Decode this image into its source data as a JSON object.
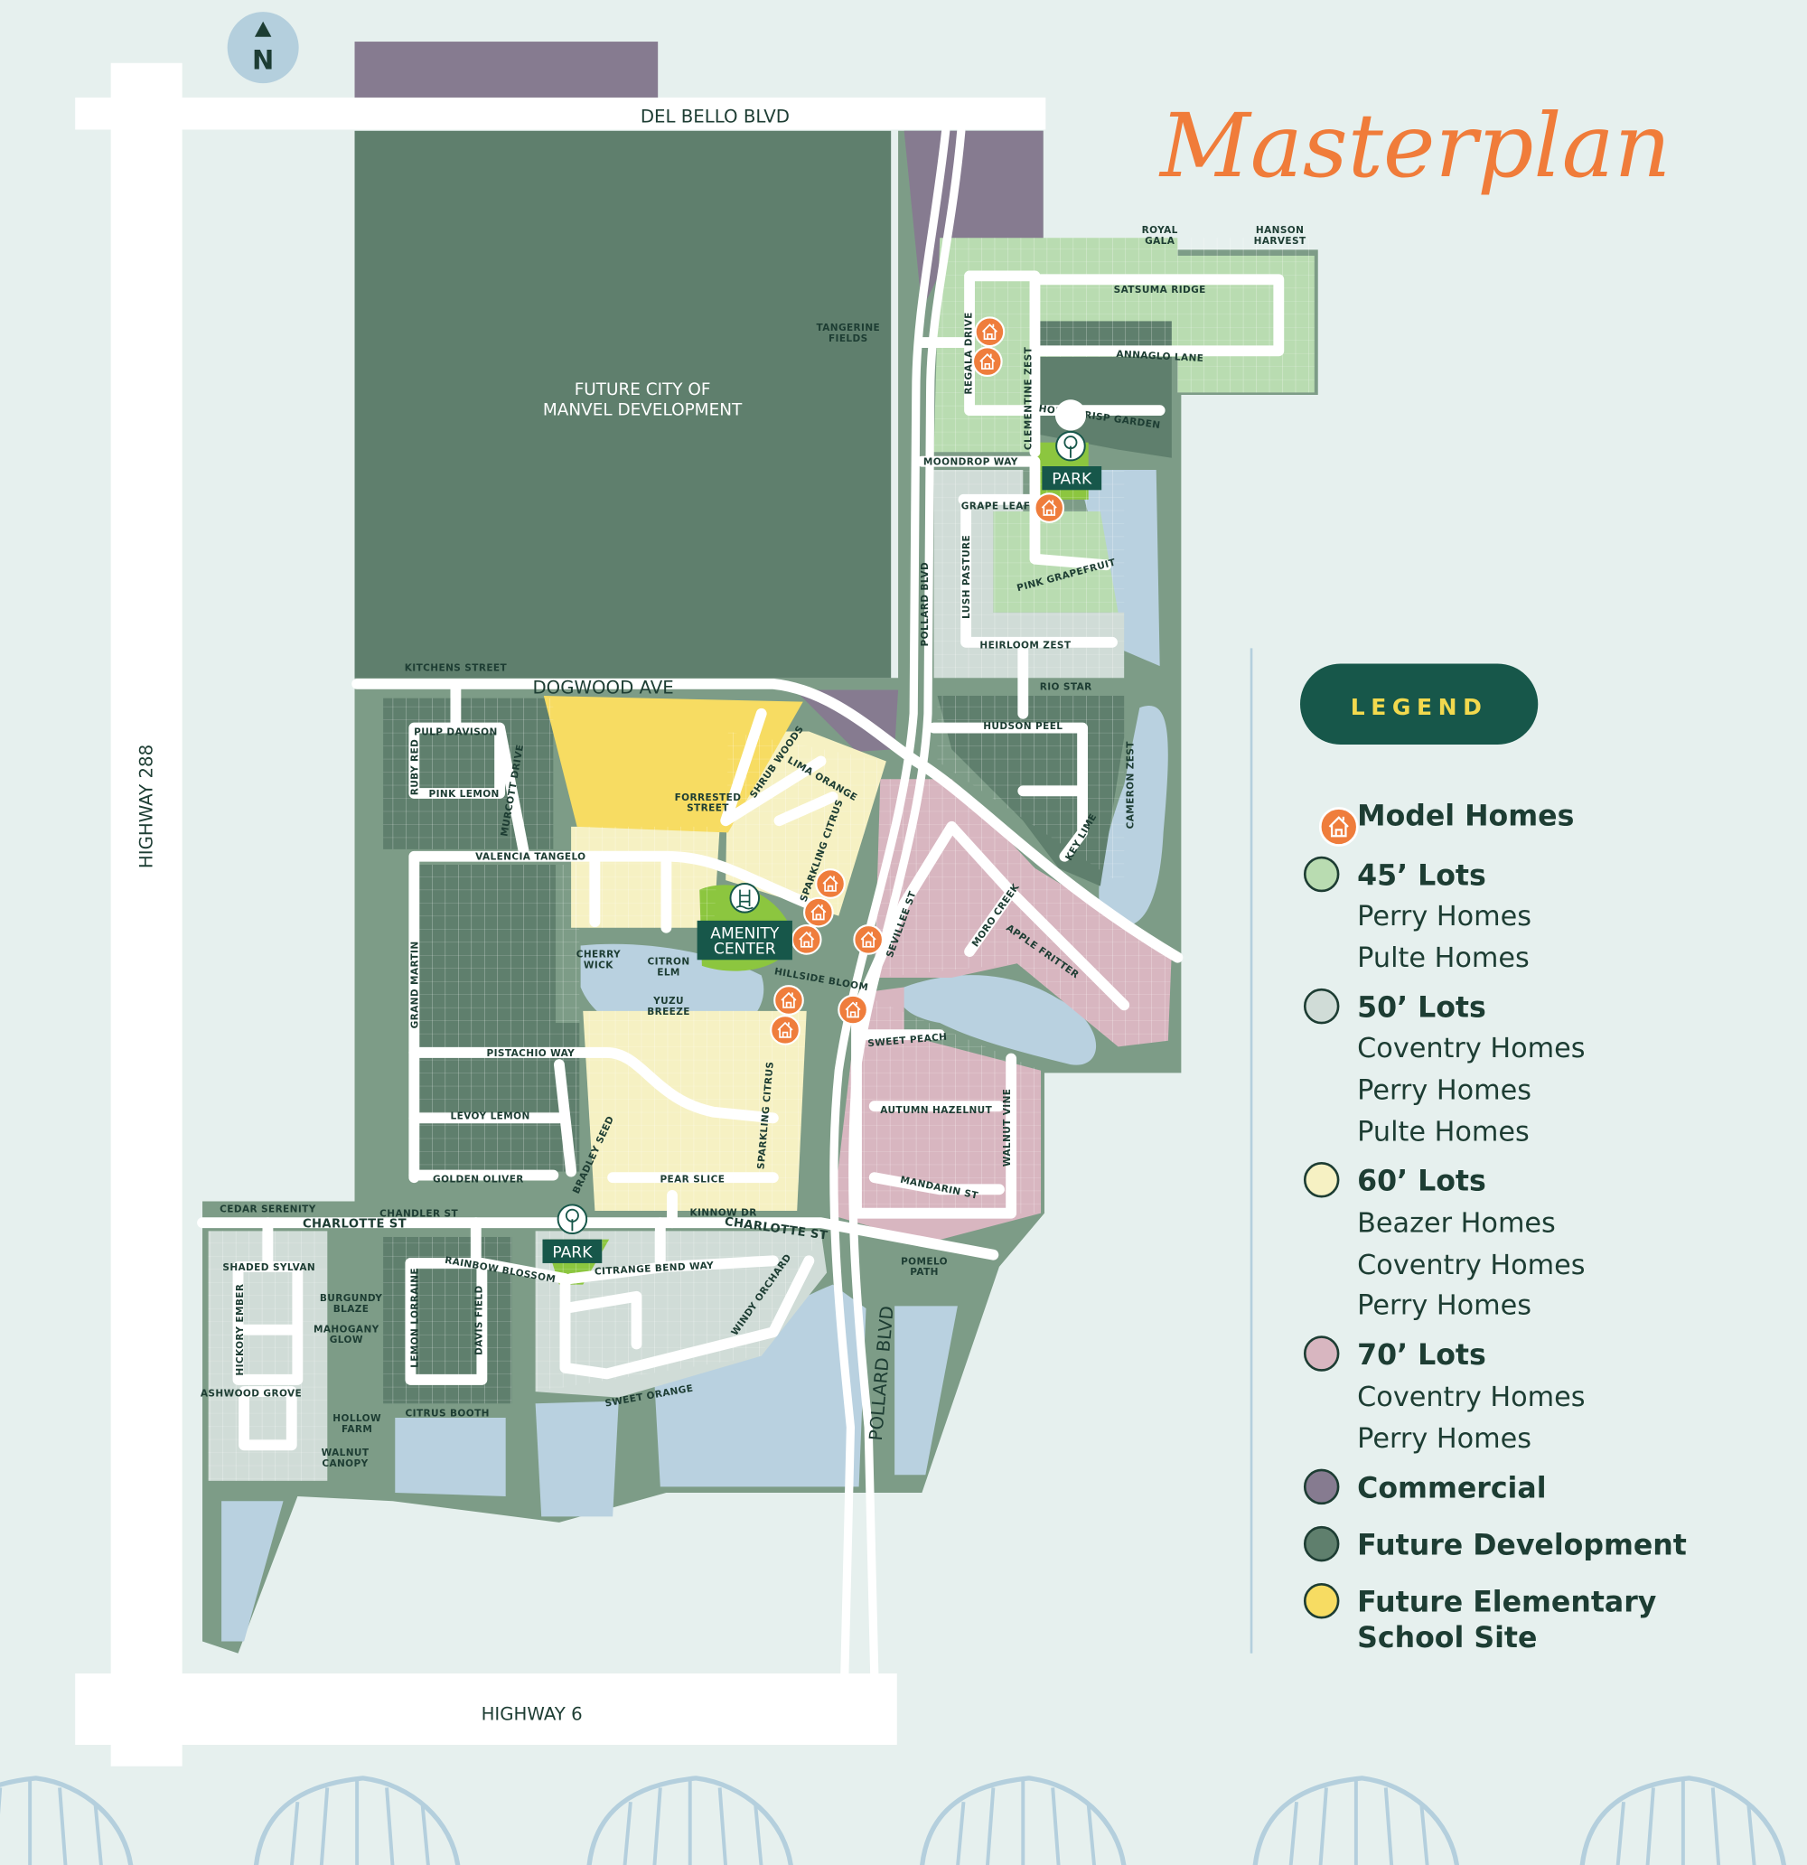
{
  "title": "Masterplan",
  "north": "N",
  "colors": {
    "background": "#e6f0ee",
    "community_base": "#7d9c87",
    "future_development": "#5f7f6d",
    "commercial": "#867b90",
    "lots_45": "#b9dcb1",
    "lots_50": "#d0dcd7",
    "lots_60": "#f6f1c3",
    "lots_70": "#d8b6c0",
    "school_site": "#f7dc62",
    "park": "#8cc63f",
    "water": "#b9d1e0",
    "model_home": "#ef7d3c",
    "accent_dark": "#17574a",
    "legend_title": "#f2d94e",
    "title": "#f07c3a"
  },
  "roads": {
    "del_bello": "DEL BELLO BLVD",
    "dogwood": "DOGWOOD AVE",
    "hwy288": "HIGHWAY 288",
    "hwy6": "HIGHWAY 6",
    "pollard_north": "POLLARD BLVD",
    "pollard_south": "POLLARD BLVD",
    "charlotte_w": "CHARLOTTE ST",
    "charlotte_e": "CHARLOTTE ST"
  },
  "areas": {
    "future_city": [
      "FUTURE CITY OF",
      "MANVEL DEVELOPMENT"
    ]
  },
  "pois": {
    "park_north": "PARK",
    "park_south": "PARK",
    "amenity": [
      "AMENITY",
      "CENTER"
    ]
  },
  "streets": {
    "royal_gala": [
      "ROYAL",
      "GALA"
    ],
    "hanson_harvest": [
      "HANSON",
      "HARVEST"
    ],
    "satsuma_ridge": "SATSUMA RIDGE",
    "annaglo_lane": "ANNAGLO LANE",
    "tangerine_fields": [
      "TANGERINE",
      "FIELDS"
    ],
    "regala_drive": "REGALA DRIVE",
    "clementine_zest": "CLEMENTINE ZEST",
    "honeycrisp_garden": "HONEYCRISP GARDEN",
    "moondrop_way": "MOONDROP WAY",
    "grape_leaf": "GRAPE LEAF",
    "lush_pasture": "LUSH PASTURE",
    "pink_grapefruit": "PINK GRAPEFRUIT",
    "heirloom_zest": "HEIRLOOM ZEST",
    "rio_star": "RIO STAR",
    "hudson_peel": "HUDSON PEEL",
    "cameron_zest": "CAMERON ZEST",
    "key_lime": "KEY LIME",
    "kitchens_street": "KITCHENS STREET",
    "pulp_davison": "PULP DAVISON",
    "ruby_red": "RUBY RED",
    "pink_lemon": "PINK LEMON",
    "murcott_drive": "MURCOTT DRIVE",
    "valencia_tangelo": "VALENCIA TANGELO",
    "forrested_street": [
      "FORRESTED",
      "STREET"
    ],
    "shrub_woods": "SHRUB WOODS",
    "lima_orange": "LIMA ORANGE",
    "sparkling_citrus_n": "SPARKLING CITRUS",
    "cherry_wick": [
      "CHERRY",
      "WICK"
    ],
    "citron_elm": [
      "CITRON",
      "ELM"
    ],
    "sevillee_st": "SEVILLEE ST",
    "moro_creek": "MORO CREEK",
    "apple_fritter": "APPLE FRITTER",
    "hillside_bloom": "HILLSIDE BLOOM",
    "yuzu_breeze": [
      "YUZU",
      "BREEZE"
    ],
    "sweet_peach": "SWEET PEACH",
    "grand_martin": "GRAND MARTIN",
    "pistachio_way": "PISTACHIO WAY",
    "sparkling_citrus_s": "SPARKLING CITRUS",
    "autumn_hazelnut": "AUTUMN HAZELNUT",
    "walnut_vine": "WALNUT VINE",
    "levoy_lemon": "LEVOY LEMON",
    "bradley_seed": "BRADLEY SEED",
    "golden_oliver": "GOLDEN OLIVER",
    "pear_slice": "PEAR SLICE",
    "mandarin_st": "MANDARIN ST",
    "cedar_serenity": "CEDAR SERENITY",
    "chandler_st": "CHANDLER ST",
    "kinnow_dr": "KINNOW DR",
    "pomelo_path": [
      "POMELO",
      "PATH"
    ],
    "shaded_sylvan": "SHADED SYLVAN",
    "rainbow_blossom": "RAINBOW BLOSSOM",
    "citrange_bend_way": "CITRANGE BEND WAY",
    "windy_orchard": "WINDY ORCHARD",
    "burgundy_blaze": [
      "BURGUNDY",
      "BLAZE"
    ],
    "hickory_ember": "HICKORY EMBER",
    "mahogany_glow": [
      "MAHOGANY",
      "GLOW"
    ],
    "lemon_lorraine": "LEMON LORRAINE",
    "davis_field": "DAVIS FIELD",
    "sweet_orange": "SWEET ORANGE",
    "ashwood_grove": "ASHWOOD GROVE",
    "citrus_booth": "CITRUS BOOTH",
    "hollow_farm": [
      "HOLLOW",
      "FARM"
    ],
    "walnut_canopy": [
      "WALNUT",
      "CANOPY"
    ]
  },
  "model_homes_icon": "house-icon",
  "legend": {
    "title": "LEGEND",
    "items": [
      {
        "label": "Model Homes",
        "icon": "house-icon",
        "color": "#ef7d3c",
        "builders": []
      },
      {
        "label": "45’ Lots",
        "color": "#b9dcb1",
        "builders": [
          "Perry Homes",
          "Pulte Homes"
        ]
      },
      {
        "label": "50’ Lots",
        "color": "#d0dcd7",
        "builders": [
          "Coventry Homes",
          "Perry Homes",
          "Pulte Homes"
        ]
      },
      {
        "label": "60’ Lots",
        "color": "#f6f1c3",
        "builders": [
          "Beazer Homes",
          "Coventry Homes",
          "Perry Homes"
        ]
      },
      {
        "label": "70’ Lots",
        "color": "#d8b6c0",
        "builders": [
          "Coventry Homes",
          "Perry Homes"
        ]
      },
      {
        "label": "Commercial",
        "color": "#867b90",
        "builders": []
      },
      {
        "label": "Future Development",
        "color": "#5f7f6d",
        "builders": []
      },
      {
        "label": "Future Elementary",
        "label2": "School Site",
        "color": "#f7dc62",
        "builders": []
      }
    ]
  }
}
